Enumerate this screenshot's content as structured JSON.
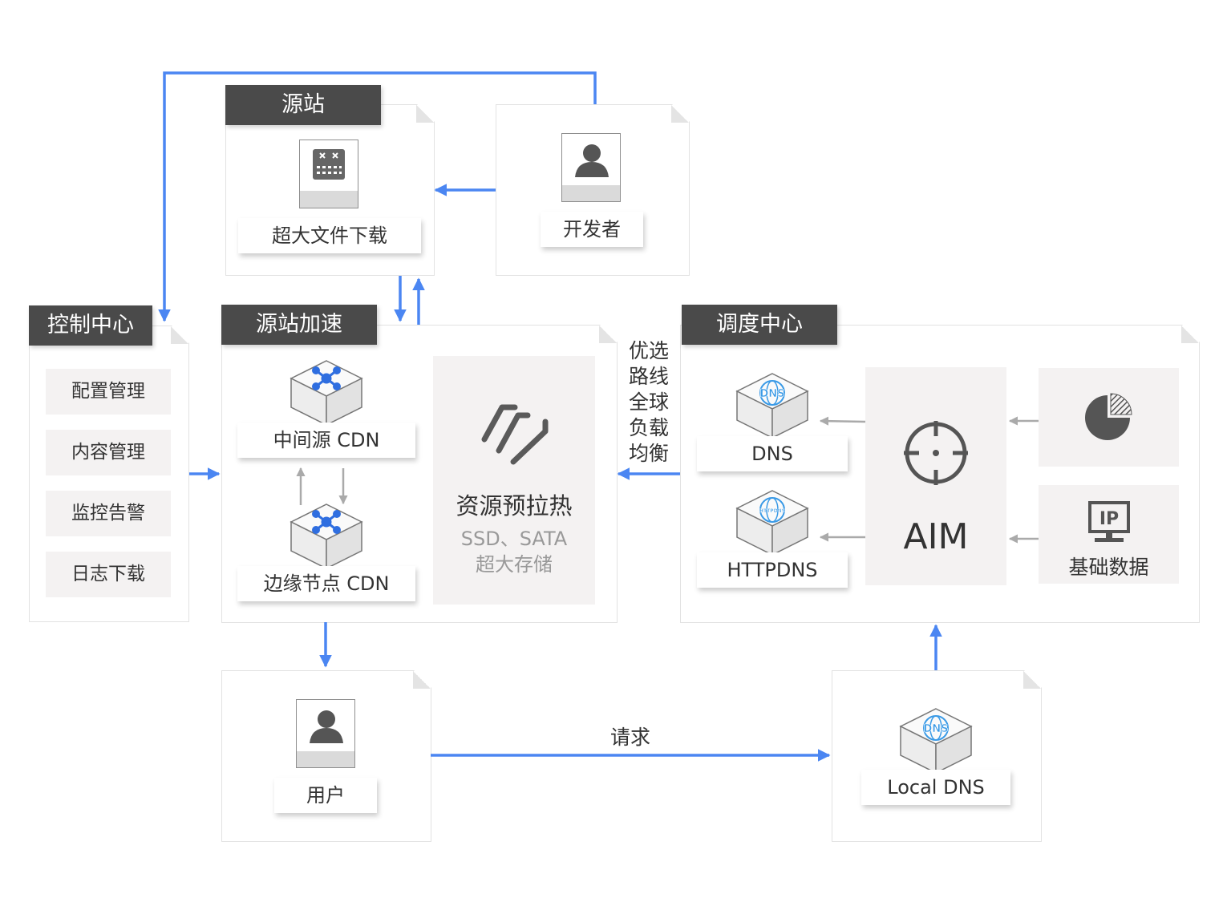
{
  "source": {
    "tag": "源站",
    "label": "超大文件下载"
  },
  "developer": {
    "label": "开发者"
  },
  "control": {
    "tag": "控制中心",
    "items": [
      "配置管理",
      "内容管理",
      "监控告警",
      "日志下载"
    ]
  },
  "accel": {
    "tag": "源站加速",
    "mid_cdn": "中间源 CDN",
    "edge_cdn": "边缘节点 CDN",
    "preheat_title": "资源预拉热",
    "preheat_sub1": "SSD、SATA",
    "preheat_sub2": "超大存储"
  },
  "dispatch": {
    "tag": "调度中心",
    "dns_label": "DNS",
    "httpdns_label": "HTTPDNS",
    "aim_label": "AIM",
    "base_data_label": "基础数据",
    "dns_badge": "DNS",
    "httpdns_badge": "HTTPDNS",
    "ip_badge": "IP"
  },
  "side_text": [
    "优选",
    "路线",
    "全球",
    "负载",
    "均衡"
  ],
  "user": {
    "label": "用户"
  },
  "request_label": "请求",
  "local_dns": {
    "label": "Local DNS",
    "badge": "DNS"
  },
  "colors": {
    "arrow": "#4b86f2",
    "gray_arrow": "#aaaaaa",
    "tag_bg": "#4a4a4a",
    "dns_blue": "#3a9ae6"
  }
}
